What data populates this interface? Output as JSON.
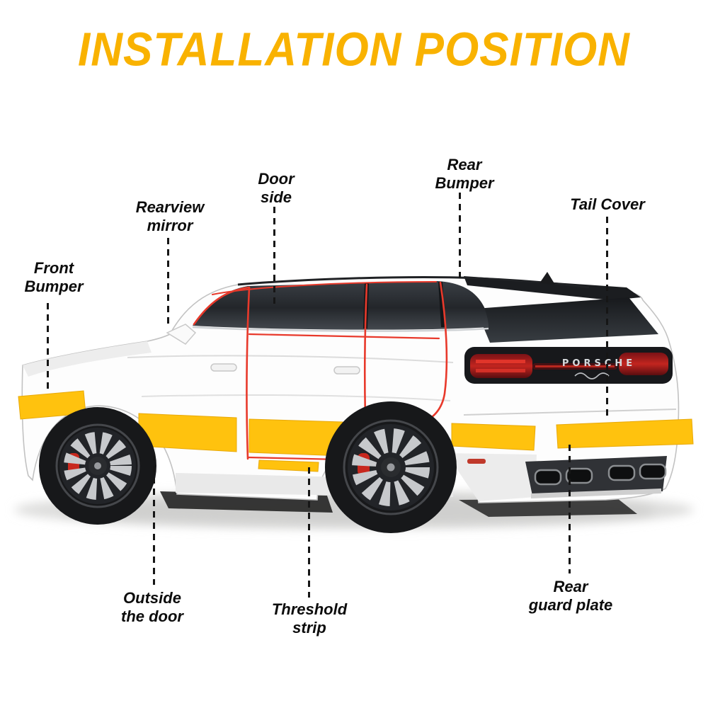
{
  "title": "INSTALLATION POSITION",
  "colors": {
    "accent_yellow": "#F9B200",
    "strip_yellow": "#FFC20E",
    "door_edge_red": "#E8392B",
    "label_black": "#0C0C0C"
  },
  "labels": [
    {
      "id": "front-bumper",
      "text": "Front\nBumper"
    },
    {
      "id": "rearview-mirror",
      "text": "Rearview\nmirror"
    },
    {
      "id": "door-side",
      "text": "Door\nside"
    },
    {
      "id": "rear-bumper",
      "text": "Rear\nBumper"
    },
    {
      "id": "tail-cover",
      "text": "Tail Cover"
    },
    {
      "id": "outside-door",
      "text": "Outside\nthe door"
    },
    {
      "id": "threshold-strip",
      "text": "Threshold\nstrip"
    },
    {
      "id": "rear-guard-plate",
      "text": "Rear\nguard plate"
    }
  ],
  "car": {
    "brand_text": "PORSCHE"
  }
}
